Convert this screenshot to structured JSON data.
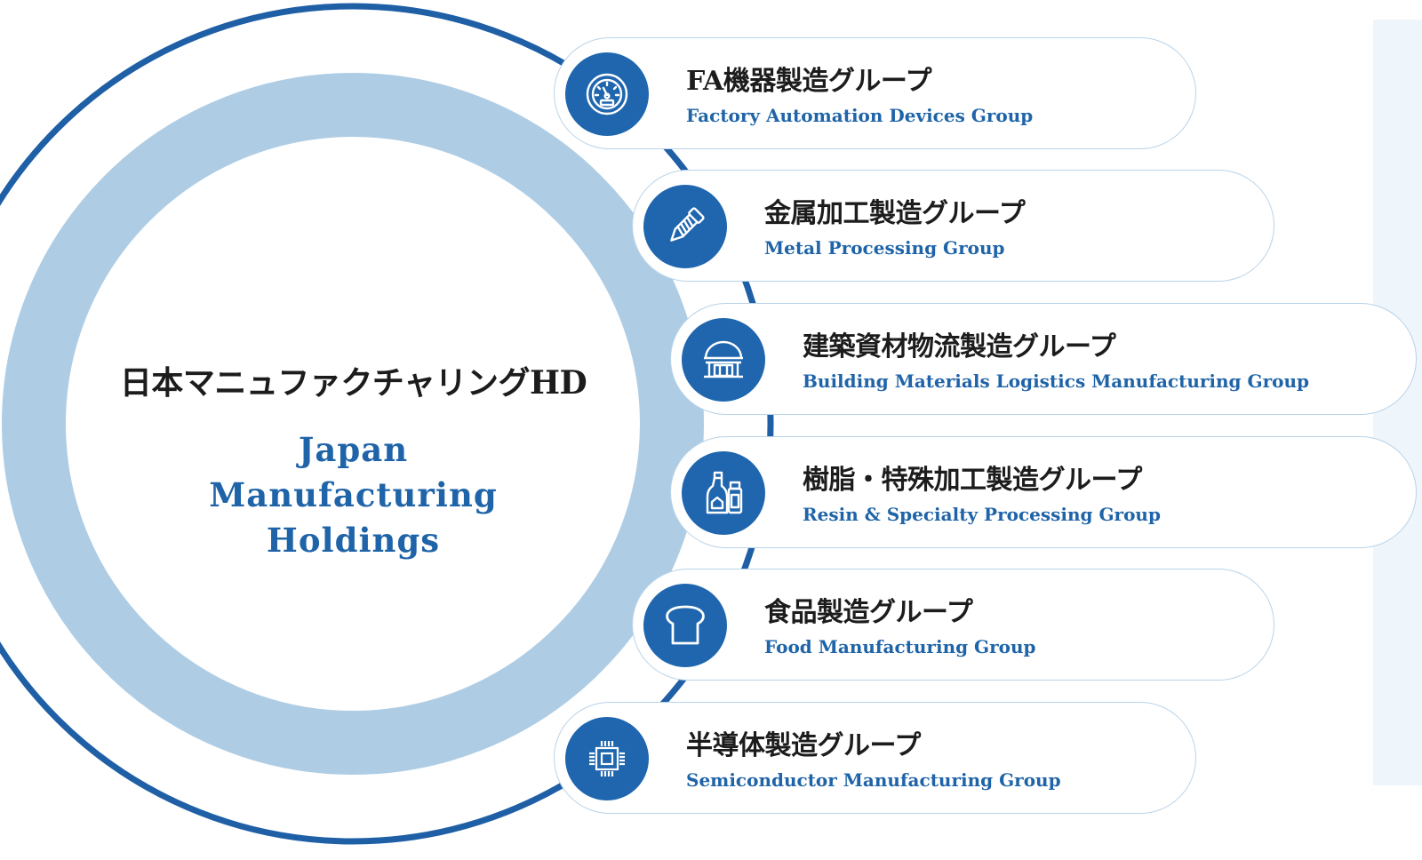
{
  "hub": {
    "title_jp": "日本マニュファクチャリングHD",
    "title_en": [
      "Japan",
      "Manufacturing",
      "Holdings"
    ]
  },
  "groups": [
    {
      "title_jp": "FA機器製造グループ",
      "title_en": "Factory Automation Devices Group",
      "icon": "gauge-icon"
    },
    {
      "title_jp": "金属加工製造グループ",
      "title_en": "Metal Processing Group",
      "icon": "screw-icon"
    },
    {
      "title_jp": "建築資材物流製造グループ",
      "title_en": "Building Materials Logistics Manufacturing Group",
      "icon": "building-dome-icon"
    },
    {
      "title_jp": "樹脂・特殊加工製造グループ",
      "title_en": "Resin & Specialty Processing Group",
      "icon": "bottles-icon"
    },
    {
      "title_jp": "食品製造グループ",
      "title_en": "Food Manufacturing Group",
      "icon": "bread-icon"
    },
    {
      "title_jp": "半導体製造グループ",
      "title_en": "Semiconductor Manufacturing Group",
      "icon": "chip-icon"
    }
  ],
  "colors": {
    "primary": "#1f66ae",
    "ring_outer": "#1f5fa6",
    "ring_inner": "#aecde5",
    "pill_border": "#b9d3e8",
    "panel_bg": "#eef5fb"
  }
}
